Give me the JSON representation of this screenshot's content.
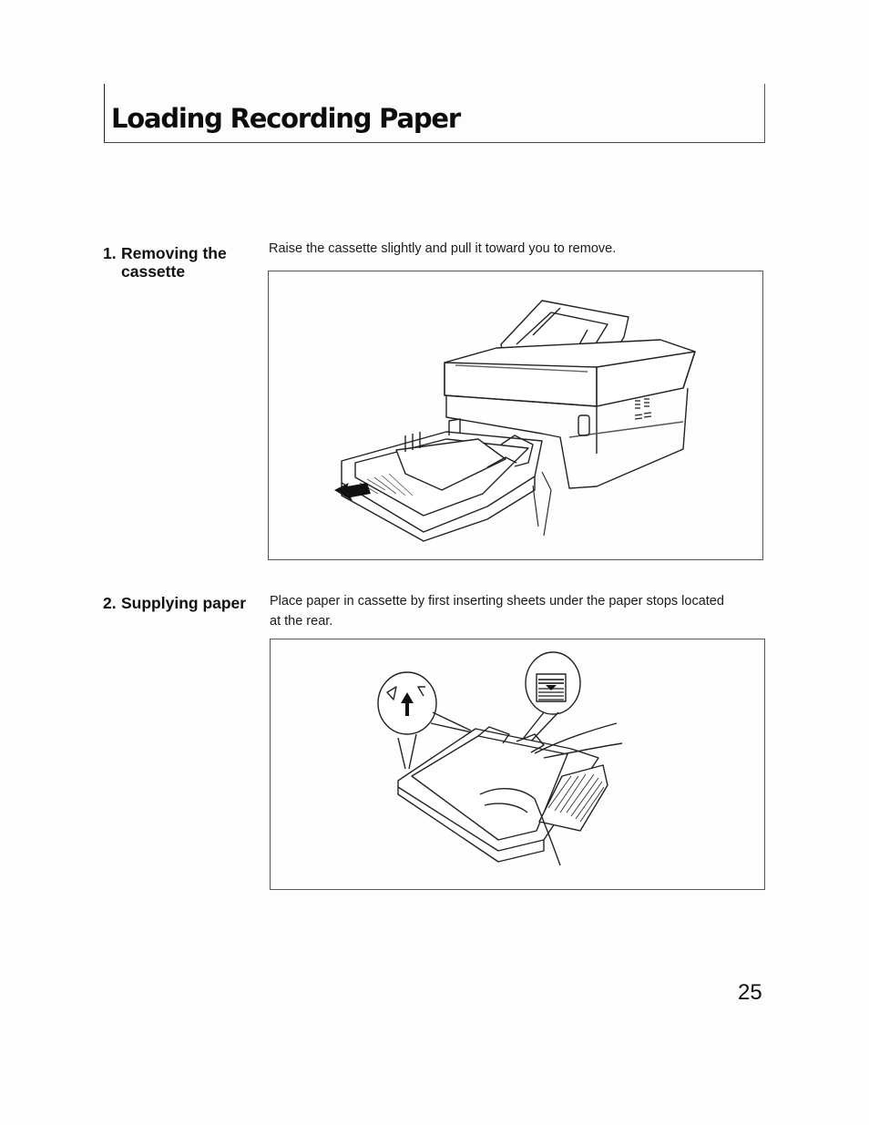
{
  "page": {
    "title": "Loading Recording Paper",
    "page_number": "25"
  },
  "steps": [
    {
      "number": "1.",
      "heading_line1": "Removing the",
      "heading_line2": "cassette",
      "text": "Raise the cassette slightly and pull it toward you to remove.",
      "figure": "fax-cassette-removal-illustration"
    },
    {
      "number": "2.",
      "heading_line1": "Supplying paper",
      "text_line1": "Place paper in cassette by first inserting sheets under the paper stops located",
      "text_line2": "at the rear.",
      "figure": "paper-insertion-illustration"
    }
  ]
}
